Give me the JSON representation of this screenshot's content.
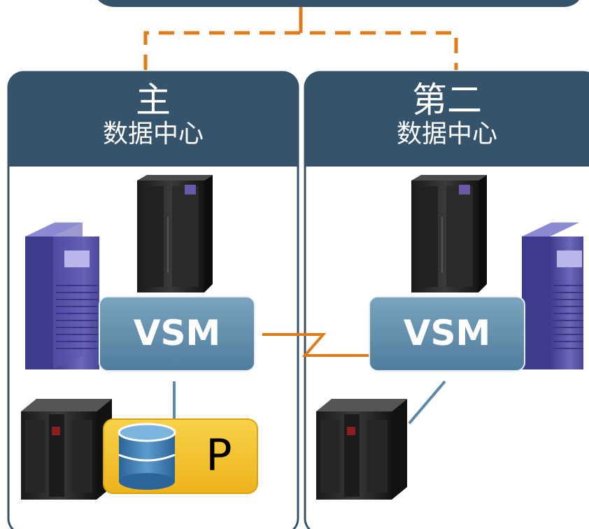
{
  "datacenters": {
    "primary": {
      "title": "主",
      "subtitle": "数据中心"
    },
    "secondary": {
      "title": "第二",
      "subtitle": "数据中心"
    }
  },
  "vsm": {
    "primary_label": "VSM",
    "secondary_label": "VSM"
  },
  "pool": {
    "label": "P"
  },
  "colors": {
    "header_bg": "#35536a",
    "vsm_box": "#5f8aa6",
    "link_orange": "#e07b1a",
    "pool_yellow": "#f5c22c",
    "pool_cylinder": "#3d7db0",
    "connector_blue": "#5a88a8"
  },
  "icons": [
    "server-rack-icon",
    "tower-server-icon",
    "tape-library-icon",
    "database-cylinder-icon"
  ]
}
